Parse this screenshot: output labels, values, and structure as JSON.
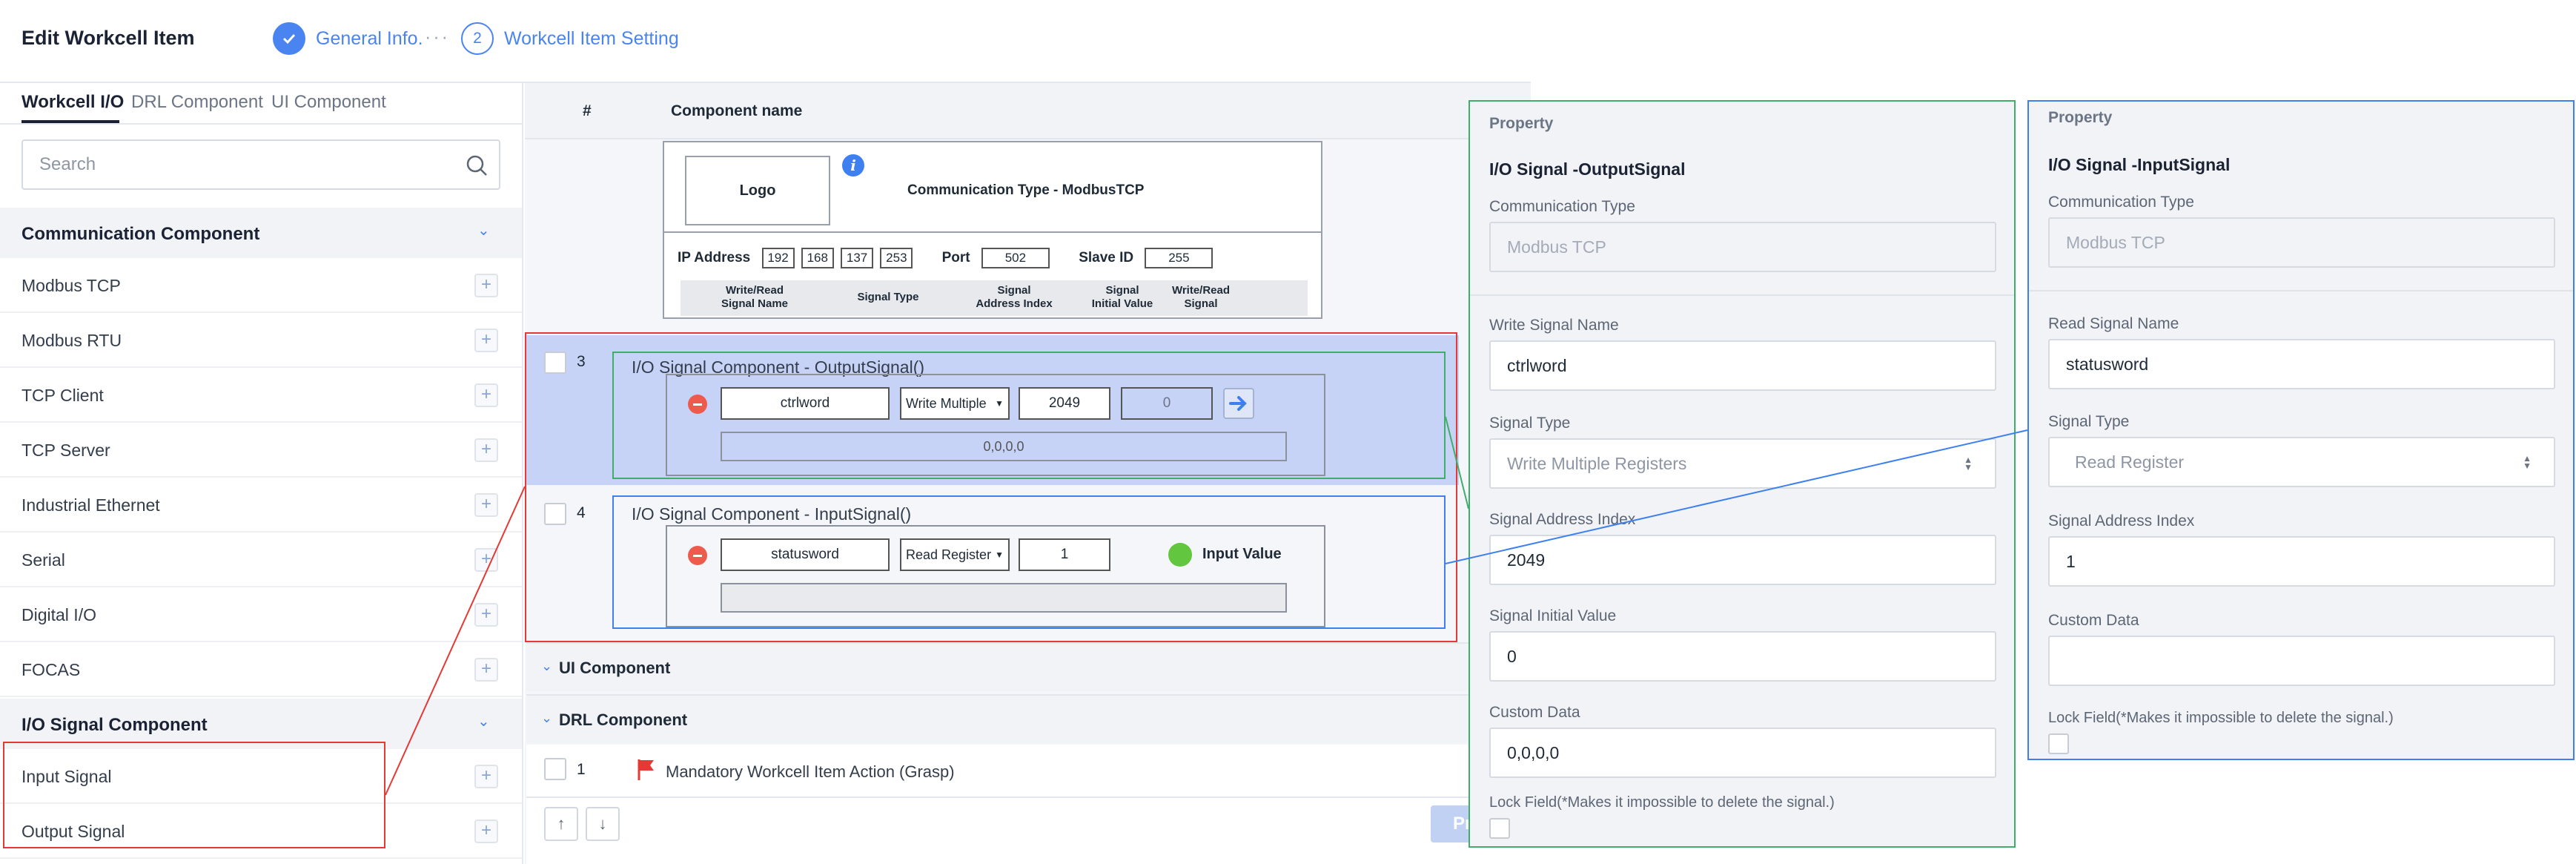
{
  "header": {
    "title": "Edit Workcell Item",
    "step1": {
      "label": "General Info."
    },
    "step_dots": "···",
    "step2": {
      "number": "2",
      "label": "Workcell Item Setting"
    }
  },
  "left": {
    "tabs": [
      "Workcell I/O",
      "DRL Component",
      "UI Component"
    ],
    "search_placeholder": "Search",
    "sections": [
      {
        "title": "Communication Component",
        "items": [
          "Modbus TCP",
          "Modbus RTU",
          "TCP Client",
          "TCP Server",
          "Industrial Ethernet",
          "Serial",
          "Digital I/O",
          "FOCAS"
        ]
      },
      {
        "title": "I/O Signal Component",
        "items": [
          "Input Signal",
          "Output Signal"
        ]
      }
    ]
  },
  "center": {
    "col_num": "#",
    "col_name": "Component name",
    "comm_card": {
      "logo": "Logo",
      "comm_type": "Communication Type - ModbusTCP",
      "ip_label": "IP Address",
      "ip": [
        "192",
        "168",
        "137",
        "253"
      ],
      "port_label": "Port",
      "port": "502",
      "slave_label": "Slave ID",
      "slave": "255",
      "sig_cols": [
        "Write/Read\nSignal Name",
        "Signal Type",
        "Signal\nAddress Index",
        "Signal\nInitial Value",
        "Write/Read\nSignal"
      ]
    },
    "row3": {
      "num": "3",
      "title": "I/O Signal Component - OutputSignal()",
      "name": "ctrlword",
      "type": "Write Multiple",
      "addr": "2049",
      "init": "0",
      "data": "0,0,0,0"
    },
    "row4": {
      "num": "4",
      "title": "I/O Signal Component - InputSignal()",
      "name": "statusword",
      "type": "Read Register",
      "addr": "1",
      "value_label": "Input Value"
    },
    "ui_section": "UI Component",
    "drl_section": "DRL Component",
    "drl_row": {
      "num": "1",
      "text": "Mandatory Workcell Item Action (Grasp)"
    },
    "footer_btn": "Pr"
  },
  "prop_out": {
    "title": "Property",
    "heading": "I/O Signal -OutputSignal",
    "comm_type_label": "Communication Type",
    "comm_type": "Modbus TCP",
    "name_label": "Write Signal Name",
    "name": "ctrlword",
    "sig_type_label": "Signal Type",
    "sig_type": "Write Multiple Registers",
    "addr_label": "Signal Address Index",
    "addr": "2049",
    "init_label": "Signal Initial Value",
    "init": "0",
    "custom_label": "Custom Data",
    "custom": "0,0,0,0",
    "lock_label": "Lock Field(*Makes it impossible to delete the signal.)"
  },
  "prop_in": {
    "title": "Property",
    "heading": "I/O Signal -InputSignal",
    "comm_type_label": "Communication Type",
    "comm_type": "Modbus TCP",
    "name_label": "Read Signal Name",
    "name": "statusword",
    "sig_type_label": "Signal Type",
    "sig_type": "Read Register",
    "addr_label": "Signal Address Index",
    "addr": "1",
    "custom_label": "Custom Data",
    "custom": "",
    "lock_label": "Lock Field(*Makes it impossible to delete the signal.)"
  },
  "colors": {
    "accent": "#4a84f0",
    "selected_row": "#c6d3f6",
    "annotation_red": "#e53935",
    "annotation_green": "#3fae6a",
    "annotation_blue": "#3e80f0"
  }
}
